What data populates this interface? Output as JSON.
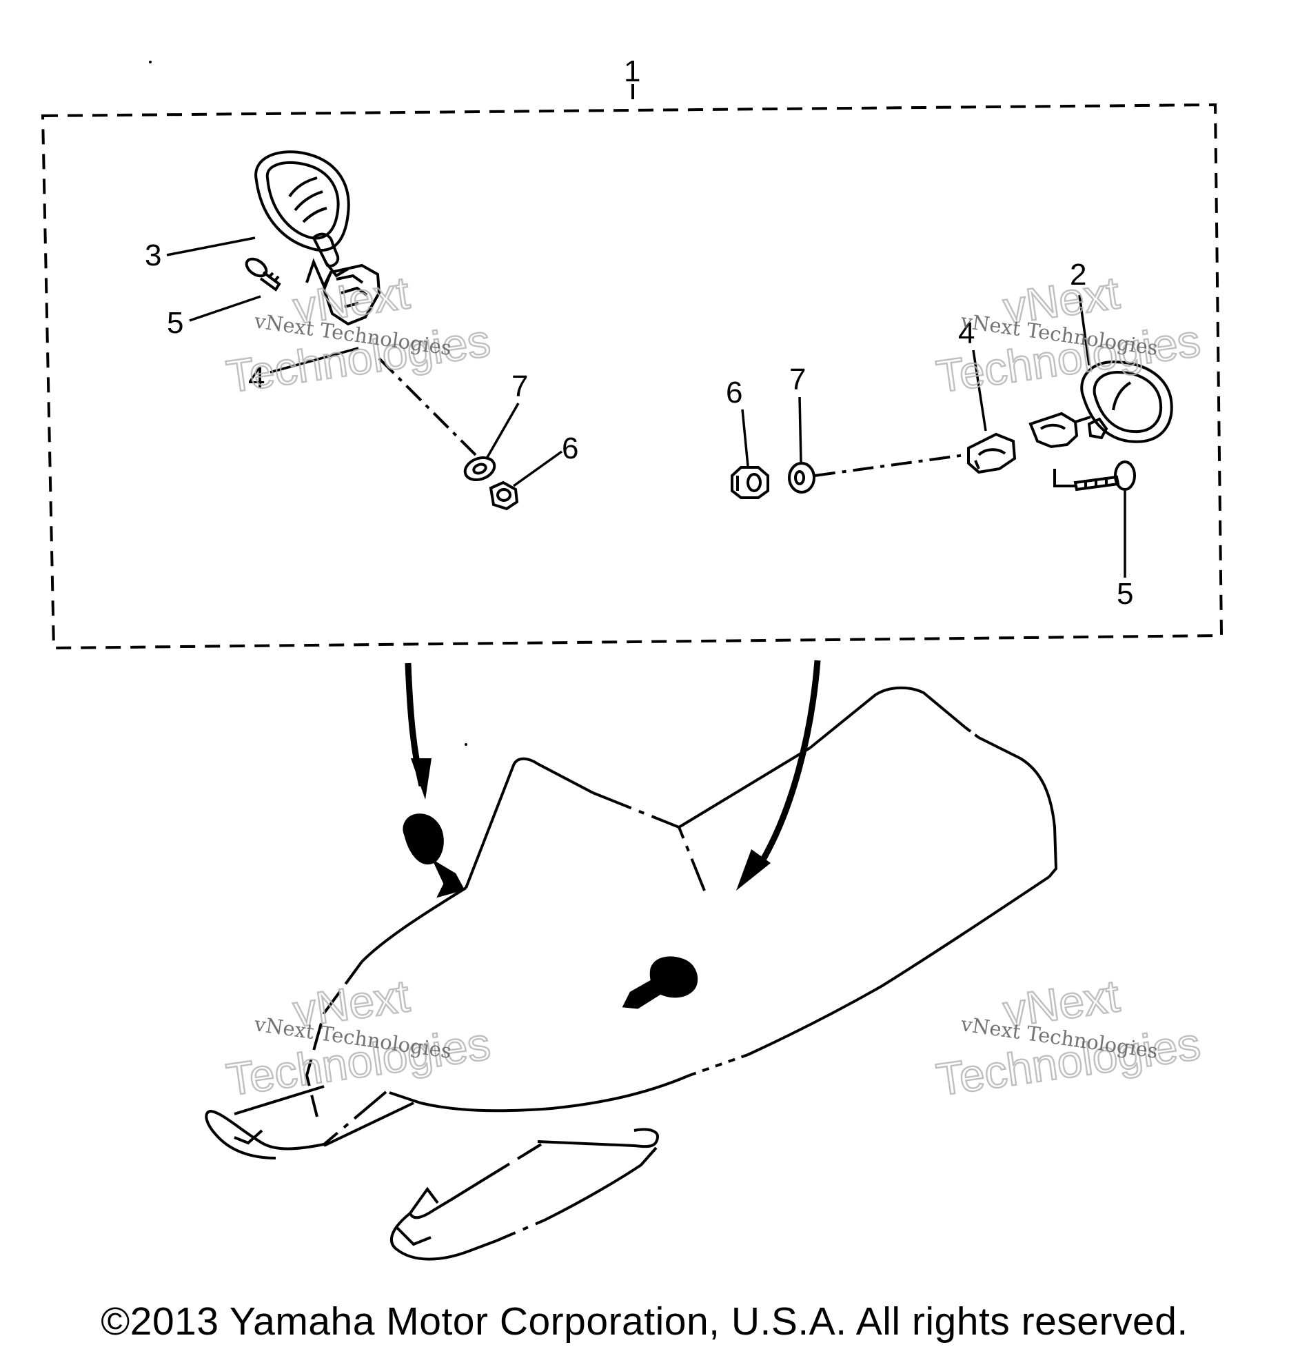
{
  "diagram": {
    "group_ref": "1",
    "callouts": {
      "left_mirror": "3",
      "left_screw": "5",
      "left_bracket": "4",
      "left_washer": "7",
      "left_nut": "6",
      "right_mirror": "2",
      "right_bracket": "4",
      "right_nut": "6",
      "right_washer": "7",
      "right_screw": "5"
    },
    "watermark": {
      "line_small": "vNext Technologies",
      "line_big_1": "vNext",
      "line_big_2": "Technologies"
    }
  },
  "footer": {
    "copyright": "©2013 Yamaha Motor Corporation, U.S.A. All rights reserved."
  }
}
